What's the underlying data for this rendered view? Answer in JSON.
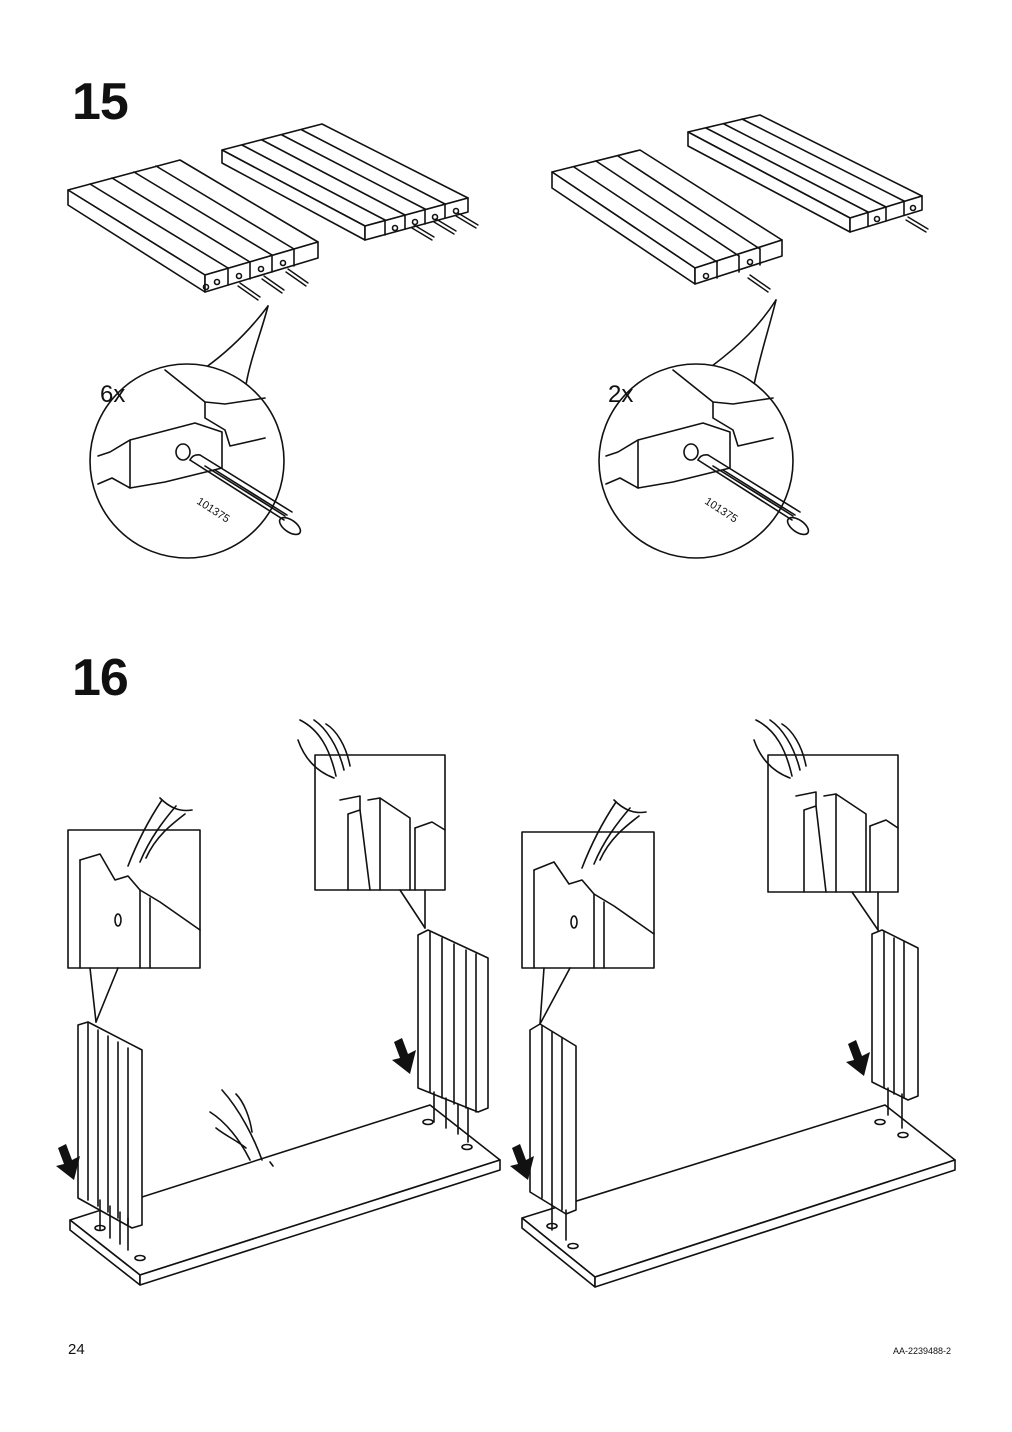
{
  "steps": [
    {
      "number": "15",
      "panels": [
        {
          "quantity": "6x",
          "part_number": "101375"
        },
        {
          "quantity": "2x",
          "part_number": "101375"
        }
      ]
    },
    {
      "number": "16"
    }
  ],
  "footer": {
    "page_number": "24",
    "document_code": "AA-2239488-2"
  }
}
